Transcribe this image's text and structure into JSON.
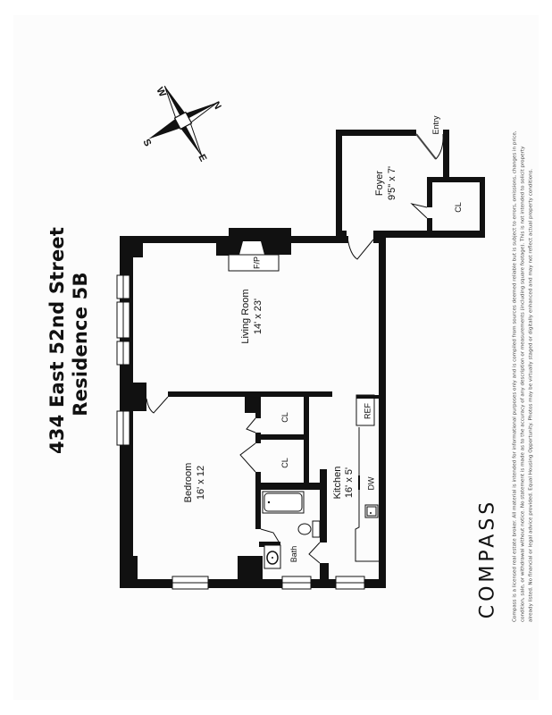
{
  "title": {
    "line1": "434 East 52nd Street",
    "line2": "Residence 5B"
  },
  "compass": {
    "north": "N",
    "south": "S",
    "east": "E",
    "west": "W"
  },
  "rooms": {
    "living_room": {
      "name": "Living Room",
      "dims": "14' x 23'"
    },
    "bedroom": {
      "name": "Bedroom",
      "dims": "16' x 12"
    },
    "kitchen": {
      "name": "Kitchen",
      "dims": "16' x 5'"
    },
    "foyer": {
      "name": "Foyer",
      "dims": "9'5\" x 7'"
    },
    "bath": {
      "name": "Bath"
    }
  },
  "labels": {
    "fireplace": "F/P",
    "closet": "CL",
    "refrigerator": "REF",
    "dishwasher": "DW",
    "entry": "Entry"
  },
  "brand": {
    "name": "COMPASS"
  },
  "disclaimer": {
    "line1": "Compass is a licensed real estate broker. All material is intended for informational purposes only and is compiled from sources deemed reliable but is subject to errors, omissions, changes in price,",
    "line2": "condition, sale, or withdrawal without notice. No statement is made as to the accuracy of any description or measurements (including square footage). This is not intended to solicit property",
    "line3": "already listed. No financial or legal advice provided. Equal Housing Opportunity. Photos may be virtually staged or digitally enhanced and may not reflect actual property conditions."
  },
  "colors": {
    "wall": "#111111",
    "page": "#fcfcfc",
    "background": "#ffffff"
  }
}
